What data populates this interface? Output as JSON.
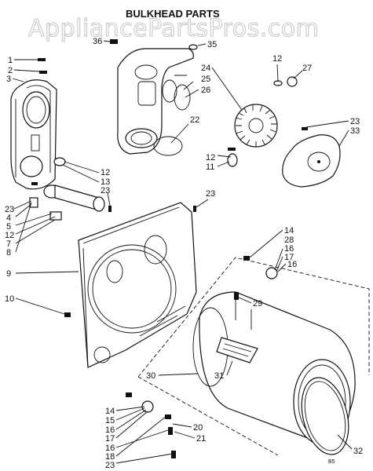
{
  "title": "BULKHEAD PARTS",
  "watermark": "AppliancePartsPros.com",
  "footer_code": "B5",
  "callouts": [
    "36",
    "35",
    "1",
    "2",
    "3",
    "12",
    "27",
    "24",
    "25",
    "26",
    "22",
    "23",
    "33",
    "12",
    "11",
    "12",
    "13",
    "23",
    "23",
    "23",
    "4",
    "5",
    "12",
    "7",
    "8",
    "9",
    "14",
    "28",
    "16",
    "17",
    "16",
    "10",
    "29",
    "30",
    "31",
    "14",
    "15",
    "16",
    "17",
    "16",
    "18",
    "23",
    "20",
    "21",
    "32"
  ]
}
